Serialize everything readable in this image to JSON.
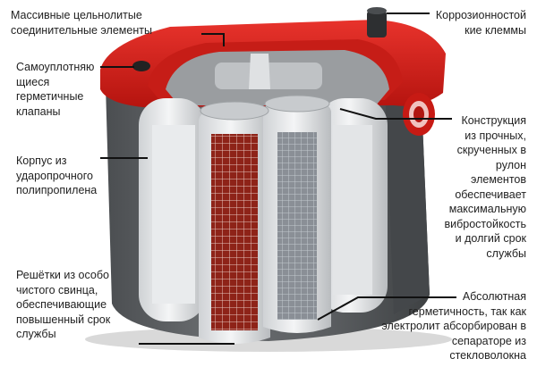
{
  "labels": {
    "cells": "Массивные цельнолитые\nсоединительные элементы",
    "valves": "Самоуплотняю\nщиеся\nгерметичные\nклапаны",
    "case": "Корпус из\nударопрочного\nполипропилена",
    "grids": "Решётки из особо\nчистого свинца,\nобеспечивающие\nповышенный срок\nслужбы",
    "terminals": "Коррозионностой\nкие клеммы",
    "spiral": "Конструкция\nиз прочных,\nскрученных в\nрулон\nэлементов\nобеспечивает\nмаксимальную\nвиброcтойкость\nи долгий срок\nслужбы",
    "sealed": "Абсолютная\nгерметичность, так как\nэлектролит абсорбирован в\nсепараторе из\nстекловолокна"
  },
  "colors": {
    "lid_red": "#d8221e",
    "case_grey": "#5f6265",
    "grid_red": "#8e2318",
    "label_text": "#222222"
  }
}
